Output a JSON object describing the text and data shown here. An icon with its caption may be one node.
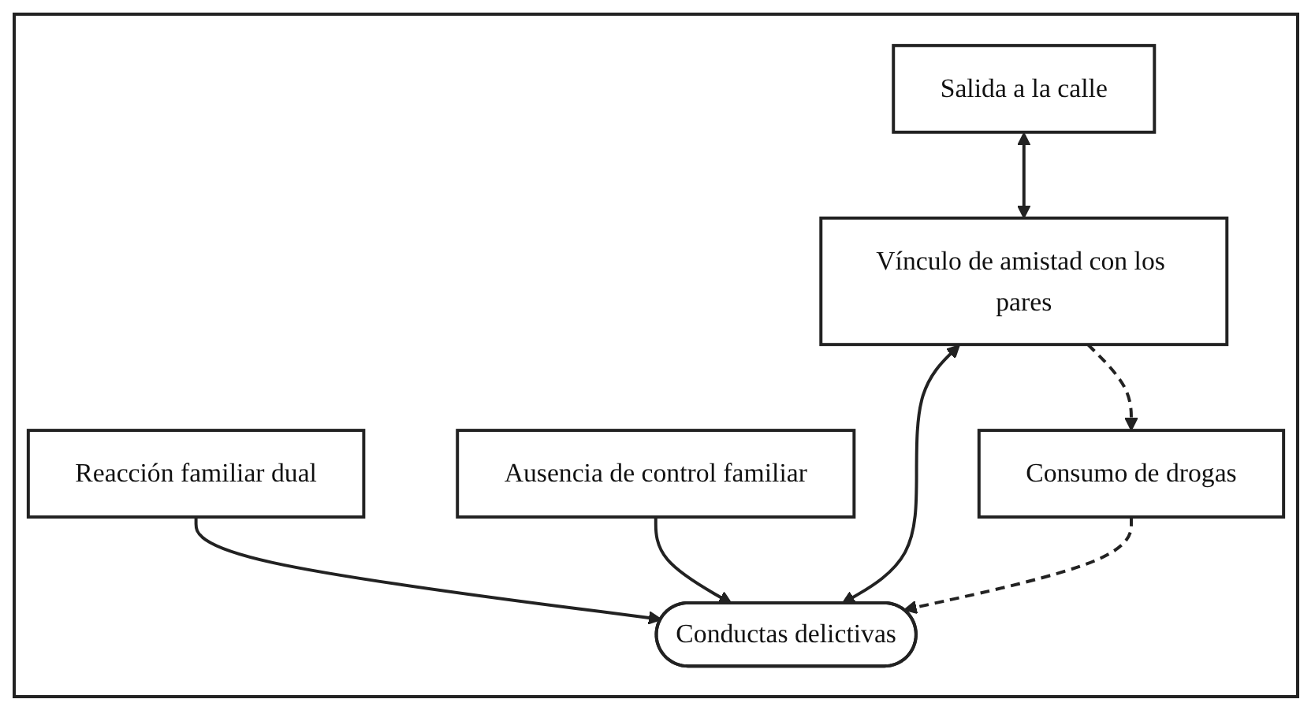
{
  "diagram": {
    "nodes": [
      {
        "text": [
          "Salida a la calle"
        ]
      },
      {
        "text": [
          "Reacción familiar dual"
        ]
      },
      {
        "text": [
          "Ausencia de control familiar"
        ]
      },
      {
        "text": [
          "Conductas delictivas"
        ]
      },
      {
        "text": [
          "Vínculo de amistad con los pares"
        ]
      },
      {
        "text": [
          "Consumo de drogas"
        ]
      }
    ],
    "edges": [
      {
        "from": 0,
        "to": 4,
        "arrow": "both"
      },
      {
        "from": 1,
        "to": 3,
        "arrow": "to"
      },
      {
        "from": 2,
        "to": 3,
        "arrow": "to"
      },
      {
        "from": 4,
        "to": 3,
        "arrow": "both"
      },
      {
        "from": 4,
        "to": 5,
        "arrow": "to",
        "style": "dashed"
      },
      {
        "from": 5,
        "to": 3,
        "arrow": "to",
        "style": "dashed"
      }
    ]
  }
}
